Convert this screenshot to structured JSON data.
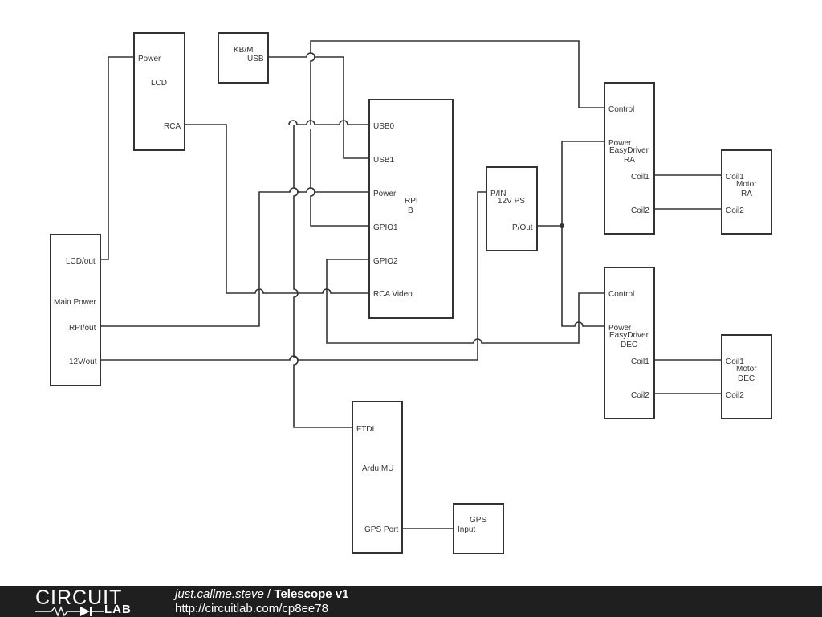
{
  "labels": {
    "lcd": {
      "power": "Power",
      "name": "LCD",
      "rca": "RCA"
    },
    "kbm": {
      "name": "KB/M",
      "usb": "USB"
    },
    "rpi": {
      "usb0": "USB0",
      "usb1": "USB1",
      "power": "Power",
      "gpio1": "GPIO1",
      "gpio2": "GPIO2",
      "rca_video": "RCA Video",
      "name_line1": "RPI",
      "name_line2": "B"
    },
    "ps12": {
      "pin": "P/IN",
      "name": "12V PS",
      "pout": "P/Out"
    },
    "easydriver_ra": {
      "control": "Control",
      "power": "Power",
      "name_line1": "EasyDriver",
      "name_line2": "RA",
      "coil1": "Coil1",
      "coil2": "Coil2"
    },
    "motor_ra": {
      "coil1": "Coil1",
      "name_line1": "Motor",
      "name_line2": "RA",
      "coil2": "Coil2"
    },
    "easydriver_dec": {
      "control": "Control",
      "power": "Power",
      "name_line1": "EasyDriver",
      "name_line2": "DEC",
      "coil1": "Coil1",
      "coil2": "Coil2"
    },
    "motor_dec": {
      "coil1": "Coil1",
      "name_line1": "Motor",
      "name_line2": "DEC",
      "coil2": "Coil2"
    },
    "main_power": {
      "lcd_out": "LCD/out",
      "name": "Main Power",
      "rpi_out": "RPI/out",
      "v12_out": "12V/out"
    },
    "ardu": {
      "ftdi": "FTDI",
      "name": "ArduIMU",
      "gps_port": "GPS Port"
    },
    "gps": {
      "name": "GPS",
      "input": "Input"
    }
  },
  "footer": {
    "logo_top": "CIRCUIT",
    "logo_bottom": "LAB",
    "author": "just.callme.steve",
    "separator": " / ",
    "title": "Telescope v1",
    "url": "http://circuitlab.com/cp8ee78"
  },
  "colors": {
    "line": "#333333",
    "footer_bg": "#1f1f1f",
    "footer_text": "#ffffff"
  }
}
